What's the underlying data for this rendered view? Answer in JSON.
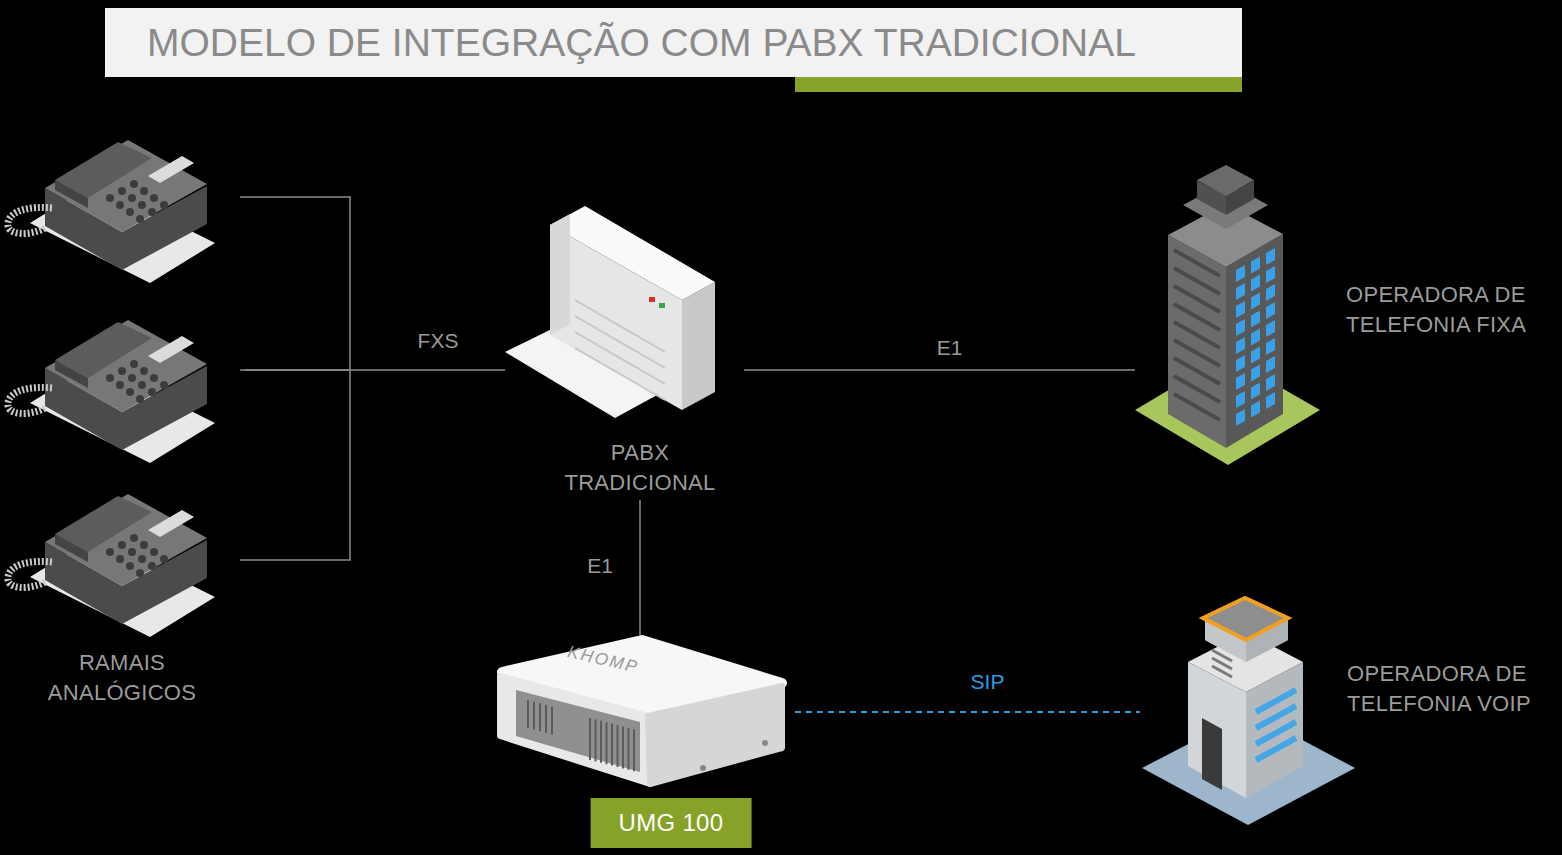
{
  "diagram": {
    "title": "MODELO DE INTEGRAÇÃO COM PABX TRADICIONAL",
    "nodes": [
      {
        "text": [
          "RAMAIS ANALÓGICOS"
        ]
      },
      {
        "text": [
          "PABX TRADICIONAL"
        ]
      },
      {
        "text": [
          "OPERADORA DE TELEFONIA FIXA"
        ]
      },
      {
        "text": [
          "UMG 100"
        ]
      },
      {
        "text": [
          "OPERADORA DE TELEFONIA VOIP"
        ]
      }
    ],
    "edges": [
      {
        "from": 0,
        "to": 1,
        "label": "FXS",
        "arrow": "none"
      },
      {
        "from": 1,
        "to": 2,
        "label": "E1",
        "arrow": "none"
      },
      {
        "from": 1,
        "to": 3,
        "label": "E1",
        "arrow": "none"
      },
      {
        "from": 3,
        "to": 4,
        "label": "SIP",
        "arrow": "none"
      }
    ],
    "labels": [
      "KHOMP"
    ]
  }
}
